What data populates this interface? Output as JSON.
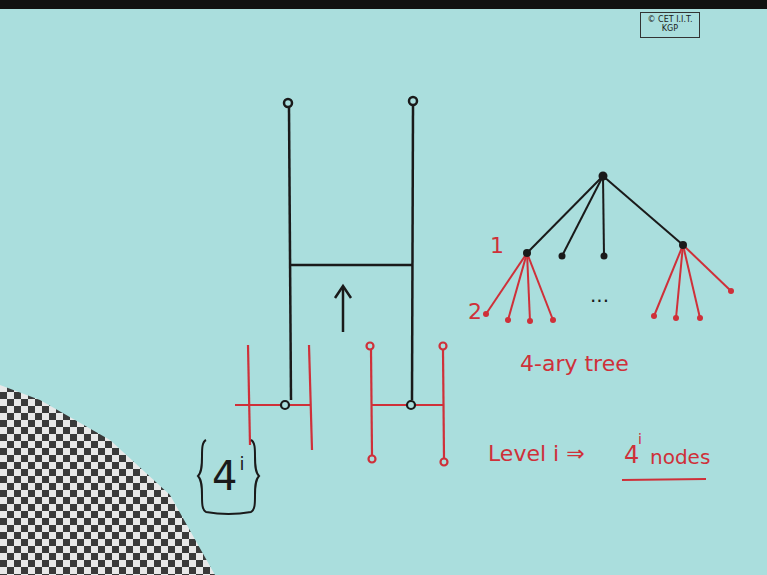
{
  "diagram": {
    "nodes": [
      {
        "text": [
          "© CET I.I.T. KGP"
        ]
      },
      {
        "text": [
          "4",
          "i"
        ]
      }
    ],
    "labels": [
      "1",
      "2",
      "...",
      "4-ary tree",
      "Level i ⇒",
      "4",
      "i",
      "nodes"
    ]
  }
}
